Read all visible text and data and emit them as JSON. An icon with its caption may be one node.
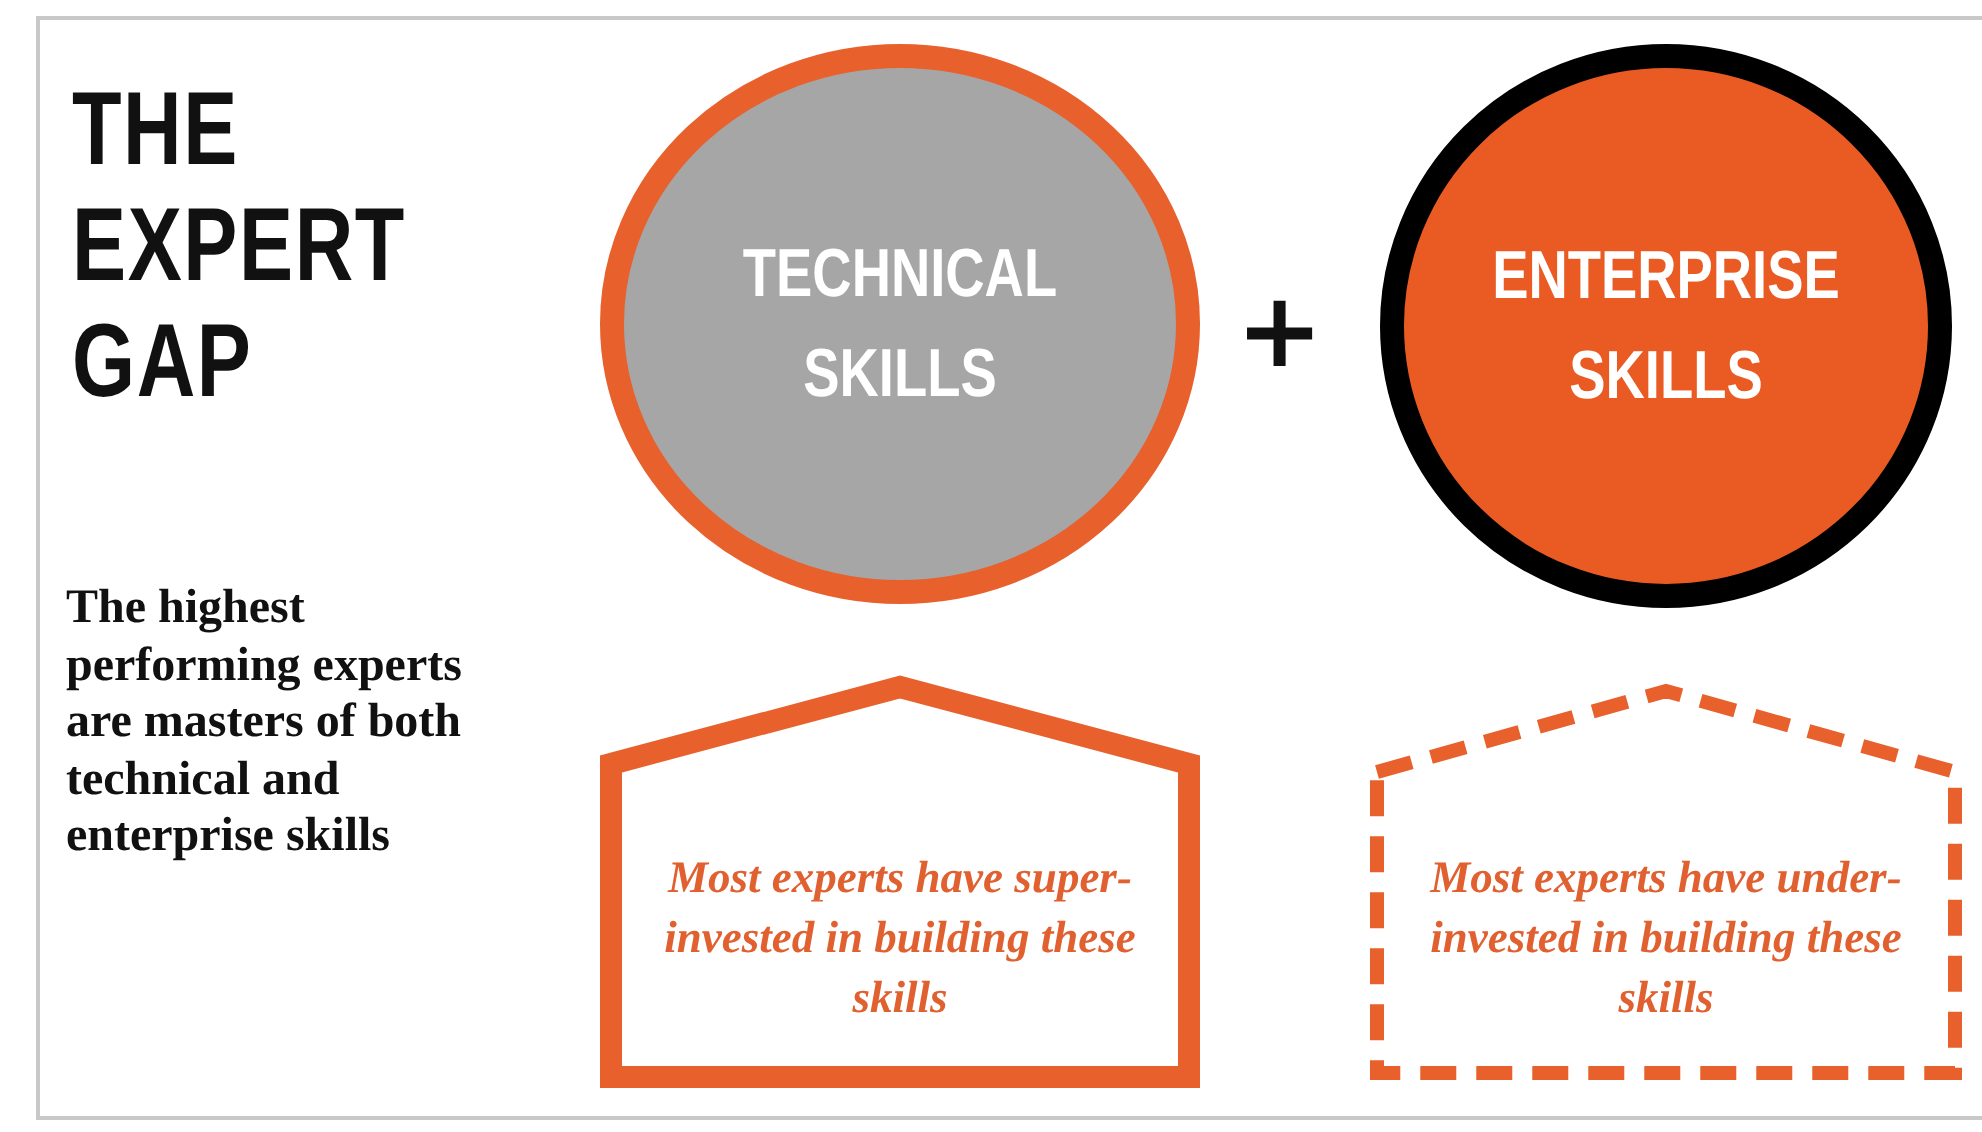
{
  "diagram": {
    "title": "THE EXPERT GAP",
    "nodes": [
      {
        "text": [
          "TECHNICAL SKILLS"
        ]
      },
      {
        "text": [
          "ENTERPRISE SKILLS"
        ]
      },
      {
        "text": [
          "Most experts have **super**-invested in building these skills"
        ]
      },
      {
        "text": [
          "Most experts have **under**-invested in building these skills"
        ]
      }
    ],
    "labels": [
      "+",
      "The highest performing experts are masters of both technical and enterprise skills"
    ]
  }
}
